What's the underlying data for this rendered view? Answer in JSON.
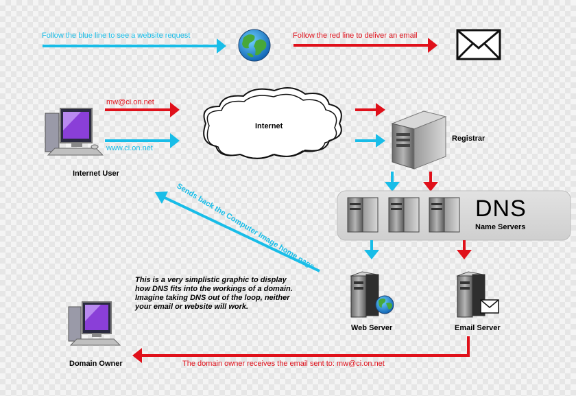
{
  "legend": {
    "blue_text": "Follow the blue line to see a website request",
    "red_text": "Follow the red line to deliver an email"
  },
  "labels": {
    "email_address": "mw@ci.on.net",
    "website": "www.ci.on.net",
    "internet": "Internet",
    "internet_user": "Internet User",
    "registrar": "Registrar",
    "dns_title": "DNS",
    "dns_subtitle": "Name Servers",
    "web_server": "Web Server",
    "email_server": "Email Server",
    "domain_owner": "Domain Owner"
  },
  "return_path_text": "Sends back the Computer Image home page",
  "email_delivery_text": "The domain owner receives the email sent to: mw@ci.on.net",
  "note": "This is a very simplistic graphic to display how DNS fits into the workings of a domain. Imagine taking DNS out of the loop, neither your email or website will work.",
  "colors": {
    "blue": "#18bde8",
    "red": "#e0101a",
    "background": "#f4f4f4"
  },
  "icons": [
    "globe-icon",
    "envelope-icon",
    "computer-icon",
    "cloud-icon",
    "server-icon"
  ]
}
